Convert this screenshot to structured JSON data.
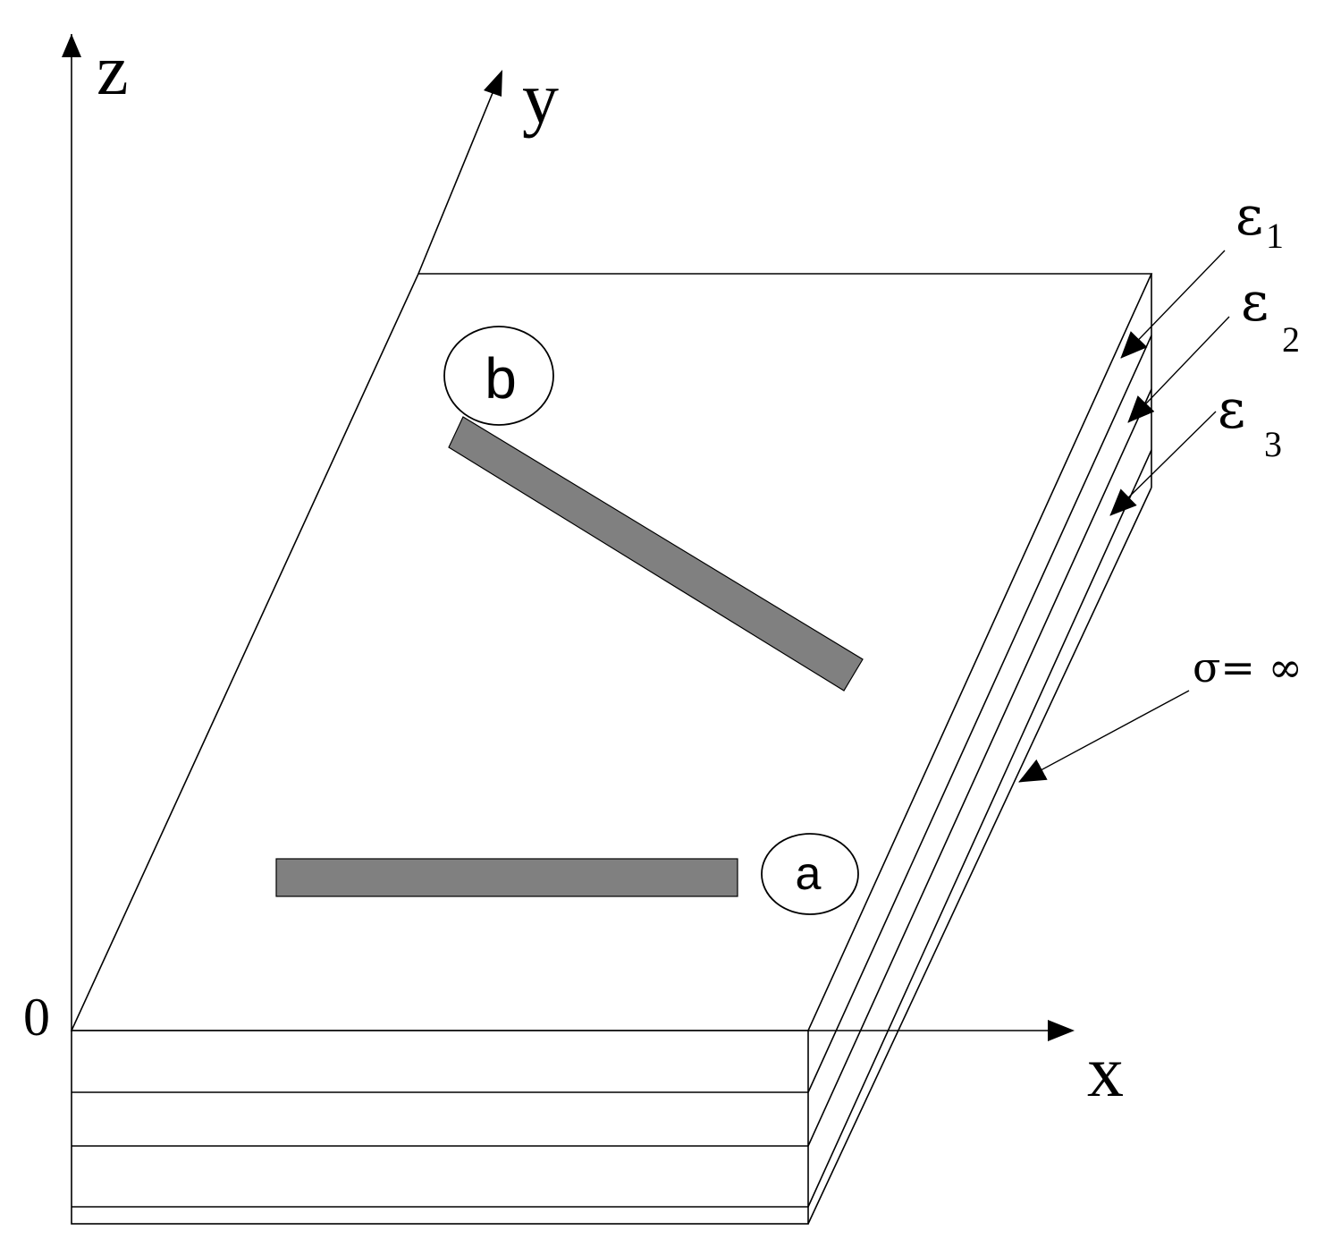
{
  "axes": {
    "z": "z",
    "y": "y",
    "x": "x",
    "origin": "0"
  },
  "strips": [
    {
      "label": "a",
      "fill": "#808080"
    },
    {
      "label": "b",
      "fill": "#808080"
    }
  ],
  "layers": [
    {
      "symbol": "ε",
      "subscript": "1"
    },
    {
      "symbol": "ε",
      "subscript": "2"
    },
    {
      "symbol": "ε",
      "subscript": "3"
    }
  ],
  "ground": {
    "label": "σ= ∞"
  },
  "colors": {
    "line": "#000000",
    "strip": "#808080",
    "background": "#ffffff"
  }
}
